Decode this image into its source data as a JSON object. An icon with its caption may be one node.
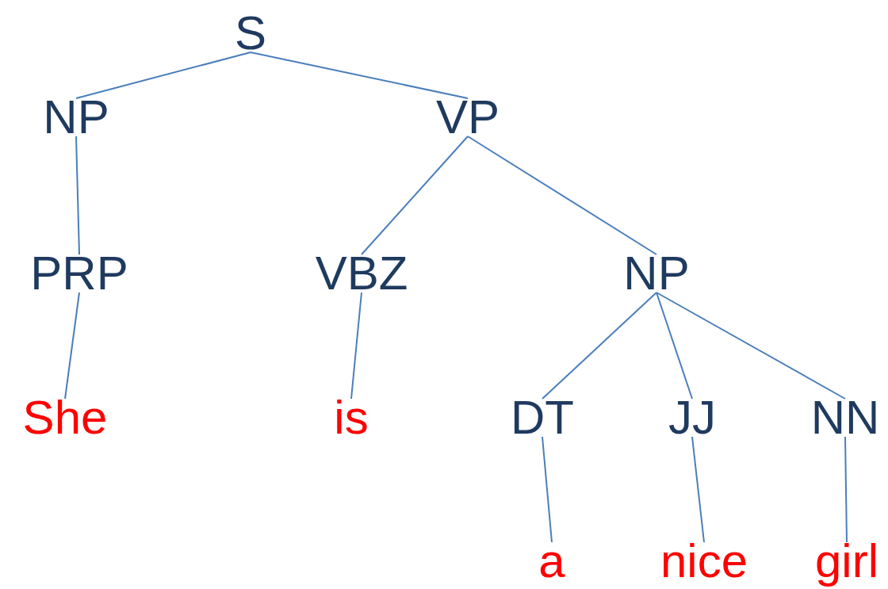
{
  "diagram": {
    "nodes": [
      {
        "text": [
          "S"
        ]
      },
      {
        "text": [
          "NP"
        ]
      },
      {
        "text": [
          "VP"
        ]
      },
      {
        "text": [
          "PRP"
        ]
      },
      {
        "text": [
          "VBZ"
        ]
      },
      {
        "text": [
          "NP"
        ]
      },
      {
        "text": [
          "She"
        ]
      },
      {
        "text": [
          "is"
        ]
      },
      {
        "text": [
          "DT"
        ]
      },
      {
        "text": [
          "JJ"
        ]
      },
      {
        "text": [
          "NN"
        ]
      },
      {
        "text": [
          "a"
        ]
      },
      {
        "text": [
          "nice"
        ]
      },
      {
        "text": [
          "girl"
        ]
      }
    ],
    "edges": [
      {
        "from": 0,
        "to": 1,
        "arrow": "none"
      },
      {
        "from": 0,
        "to": 2,
        "arrow": "none"
      },
      {
        "from": 1,
        "to": 3,
        "arrow": "none"
      },
      {
        "from": 3,
        "to": 6,
        "arrow": "none"
      },
      {
        "from": 2,
        "to": 4,
        "arrow": "none"
      },
      {
        "from": 2,
        "to": 5,
        "arrow": "none"
      },
      {
        "from": 4,
        "to": 7,
        "arrow": "none"
      },
      {
        "from": 5,
        "to": 8,
        "arrow": "none"
      },
      {
        "from": 5,
        "to": 9,
        "arrow": "none"
      },
      {
        "from": 5,
        "to": 10,
        "arrow": "none"
      },
      {
        "from": 8,
        "to": 11,
        "arrow": "none"
      },
      {
        "from": 9,
        "to": 12,
        "arrow": "none"
      },
      {
        "from": 10,
        "to": 13,
        "arrow": "none"
      }
    ]
  }
}
